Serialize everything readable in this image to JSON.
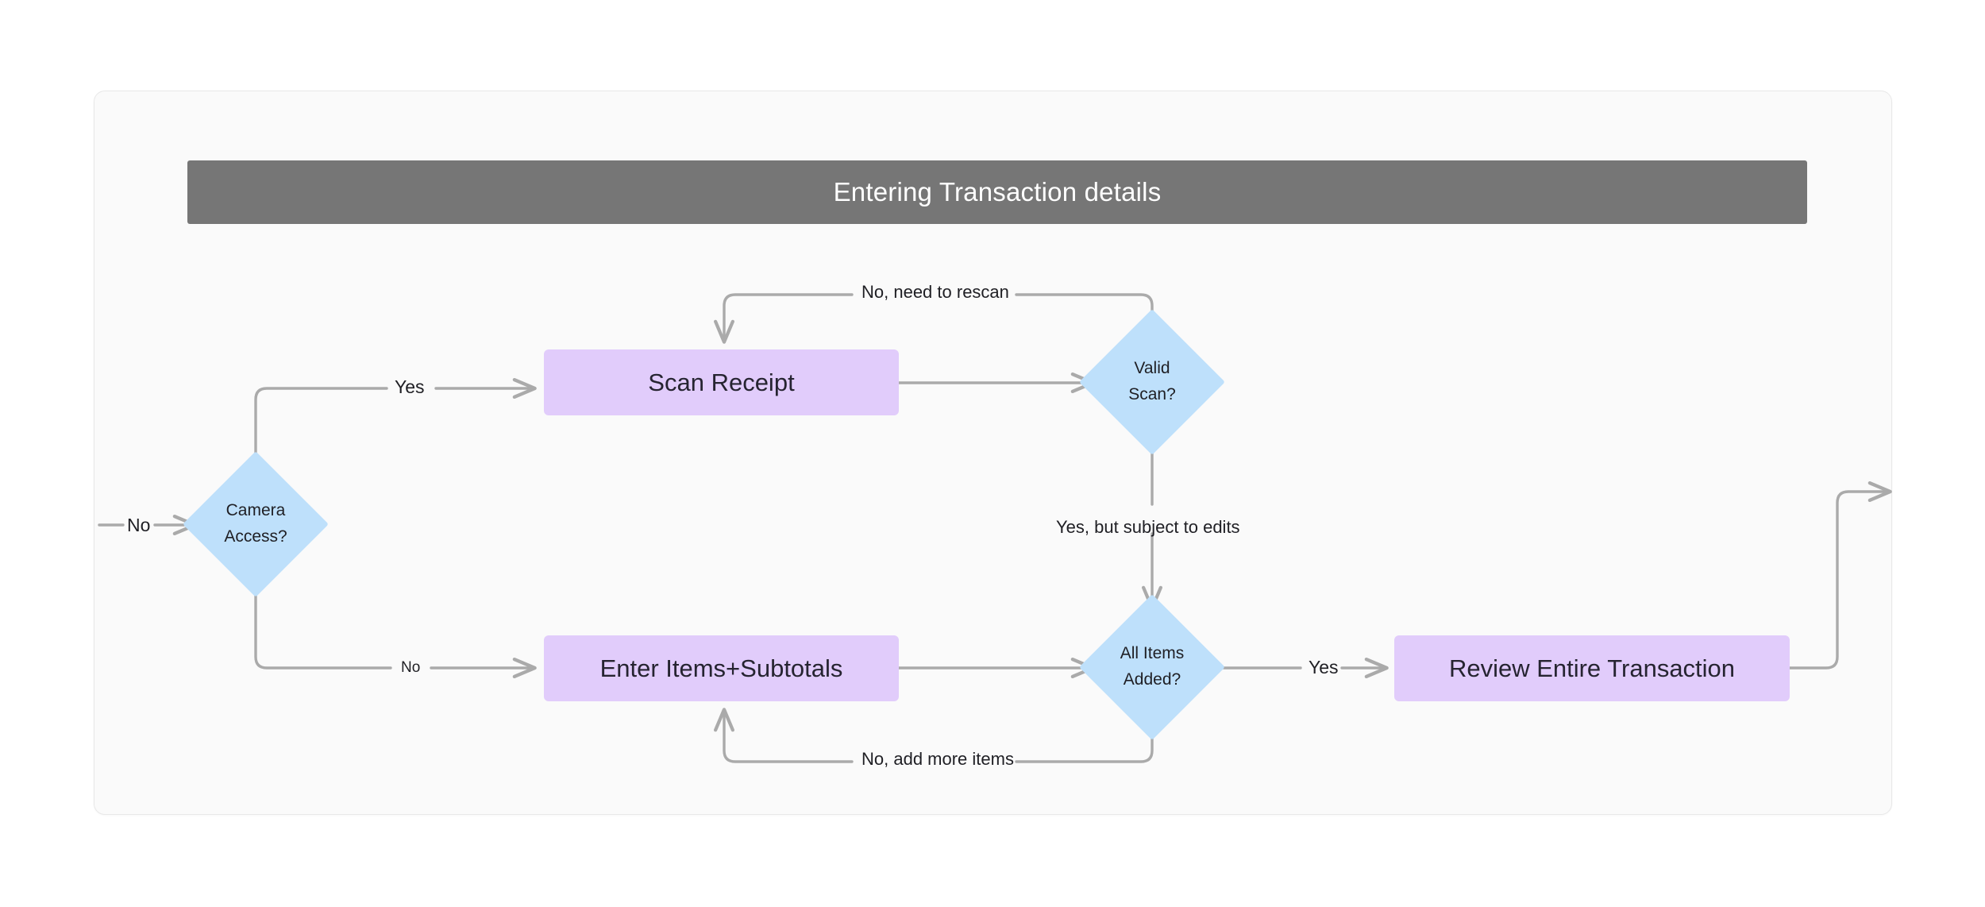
{
  "panel": {
    "title": "Entering Transaction details",
    "title_bar_color": "#767676",
    "background_color": "#fafafa"
  },
  "theme": {
    "process_fill": "#e1ccfb",
    "decision_fill": "#bee0fb",
    "edge_color": "#aaaaaa",
    "text_color": "#1f1f24",
    "title_text_color": "#ffffff"
  },
  "chart_data": {
    "type": "diagram",
    "title": "Entering Transaction details",
    "nodes": [
      {
        "id": "camera_access",
        "label": "Camera\nAccess?",
        "line1": "Camera",
        "line2": "Access?",
        "shape": "decision",
        "fill": "#bee0fb"
      },
      {
        "id": "scan_receipt",
        "label": "Scan Receipt",
        "shape": "process",
        "fill": "#e1ccfb"
      },
      {
        "id": "valid_scan",
        "label": "Valid\nScan?",
        "line1": "Valid",
        "line2": "Scan?",
        "shape": "decision",
        "fill": "#bee0fb"
      },
      {
        "id": "enter_items",
        "label": "Enter Items+Subtotals",
        "shape": "process",
        "fill": "#e1ccfb"
      },
      {
        "id": "all_items",
        "label": "All Items\nAdded?",
        "line1": "All Items",
        "line2": "Added?",
        "shape": "decision",
        "fill": "#bee0fb"
      },
      {
        "id": "review",
        "label": "Review Entire Transaction",
        "shape": "process",
        "fill": "#e1ccfb"
      }
    ],
    "edges": [
      {
        "from": "external_in",
        "to": "camera_access",
        "label": "No"
      },
      {
        "from": "camera_access",
        "to": "scan_receipt",
        "label": "Yes"
      },
      {
        "from": "camera_access",
        "to": "enter_items",
        "label": "No"
      },
      {
        "from": "scan_receipt",
        "to": "valid_scan",
        "label": ""
      },
      {
        "from": "valid_scan",
        "to": "scan_receipt",
        "label": "No, need to rescan"
      },
      {
        "from": "valid_scan",
        "to": "all_items",
        "label": "Yes, but subject to edits"
      },
      {
        "from": "enter_items",
        "to": "all_items",
        "label": ""
      },
      {
        "from": "all_items",
        "to": "enter_items",
        "label": "No, add more items"
      },
      {
        "from": "all_items",
        "to": "review",
        "label": "Yes"
      },
      {
        "from": "review",
        "to": "external_out",
        "label": ""
      }
    ]
  },
  "nodes": {
    "camera_access": {
      "line1": "Camera",
      "line2": "Access?"
    },
    "scan_receipt": {
      "label": "Scan Receipt"
    },
    "valid_scan": {
      "line1": "Valid",
      "line2": "Scan?"
    },
    "enter_items": {
      "label": "Enter Items+Subtotals"
    },
    "all_items": {
      "line1": "All Items",
      "line2": "Added?"
    },
    "review": {
      "label": "Review Entire Transaction"
    }
  },
  "edge_labels": {
    "entry_no": "No",
    "yes_to_scan": "Yes",
    "no_to_enter": "No",
    "no_need_rescan": "No, need to rescan",
    "yes_subject_edits": "Yes, but subject to edits",
    "no_add_more_items": "No, add more items",
    "yes_to_review": "Yes"
  }
}
